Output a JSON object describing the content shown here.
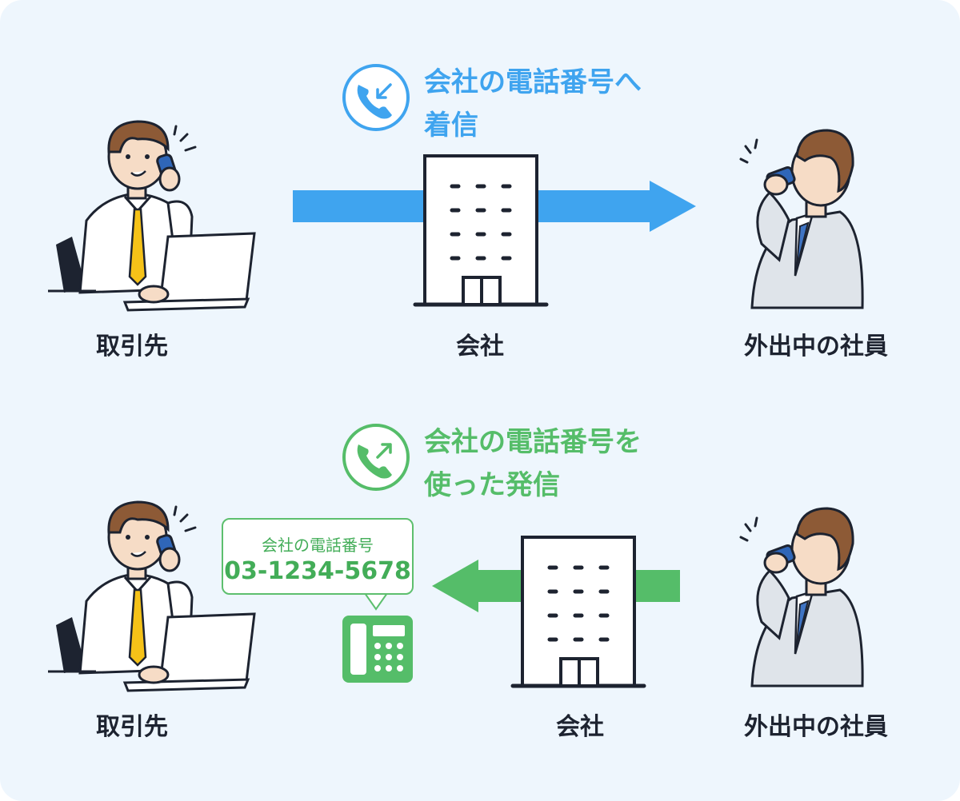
{
  "top": {
    "caption_line1": "会社の電話番号へ",
    "caption_line2": "着信",
    "left_label": "取引先",
    "center_label": "会社",
    "right_label": "外出中の社員"
  },
  "bottom": {
    "caption_line1": "会社の電話番号を",
    "caption_line2": "使った発信",
    "left_label": "取引先",
    "center_label": "会社",
    "right_label": "外出中の社員",
    "bubble_label": "会社の電話番号",
    "bubble_number": "03-1234-5678"
  },
  "colors": {
    "incoming": "#3fa4ef",
    "outgoing": "#55bd69",
    "background": "#eef6fd",
    "ink": "#1d2330"
  },
  "icons": {
    "incoming": "incoming-call-icon",
    "outgoing": "outgoing-call-icon",
    "building": "office-building-icon",
    "desk_phone": "desk-phone-icon"
  }
}
